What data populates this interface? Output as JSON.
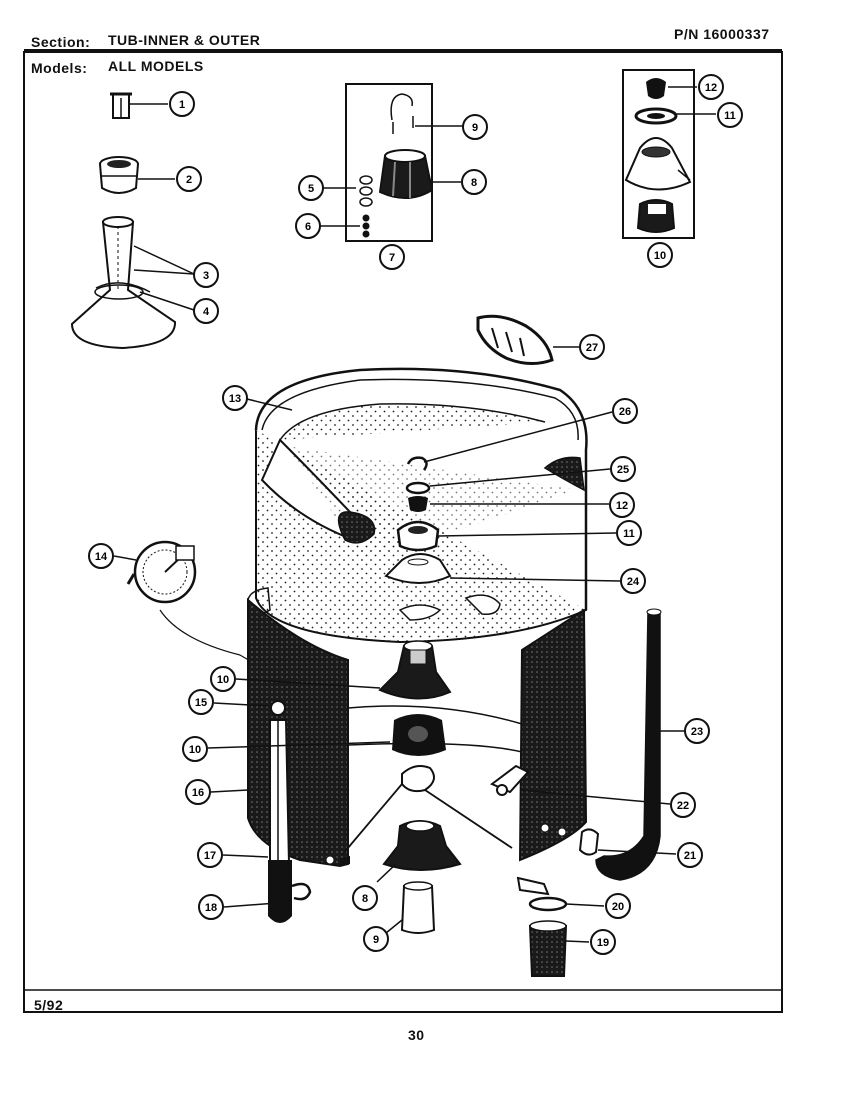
{
  "header": {
    "section_label": "Section:",
    "section_value": "TUB-INNER & OUTER",
    "part_number": "P/N 16000337",
    "models_label": "Models:",
    "models_value": "ALL MODELS"
  },
  "footer": {
    "date": "5/92",
    "page_number": "30"
  },
  "callouts": [
    "1",
    "2",
    "3",
    "4",
    "5",
    "6",
    "7",
    "8",
    "9",
    "10",
    "11",
    "12",
    "13",
    "14",
    "15",
    "16",
    "17",
    "18",
    "19",
    "20",
    "21",
    "22",
    "23",
    "24",
    "25",
    "26",
    "27"
  ],
  "diagram_callouts": [
    {
      "id": "c1",
      "label": "1"
    },
    {
      "id": "c2",
      "label": "2"
    },
    {
      "id": "c3",
      "label": "3"
    },
    {
      "id": "c4",
      "label": "4"
    },
    {
      "id": "c5",
      "label": "5"
    },
    {
      "id": "c6",
      "label": "6"
    },
    {
      "id": "c7",
      "label": "7"
    },
    {
      "id": "c8a",
      "label": "8"
    },
    {
      "id": "c9a",
      "label": "9"
    },
    {
      "id": "c12a",
      "label": "12"
    },
    {
      "id": "c11a",
      "label": "11"
    },
    {
      "id": "c10a",
      "label": "10"
    },
    {
      "id": "c27",
      "label": "27"
    },
    {
      "id": "c13",
      "label": "13"
    },
    {
      "id": "c26",
      "label": "26"
    },
    {
      "id": "c25",
      "label": "25"
    },
    {
      "id": "c12b",
      "label": "12"
    },
    {
      "id": "c11b",
      "label": "11"
    },
    {
      "id": "c24",
      "label": "24"
    },
    {
      "id": "c14",
      "label": "14"
    },
    {
      "id": "c10b",
      "label": "10"
    },
    {
      "id": "c15",
      "label": "15"
    },
    {
      "id": "c10c",
      "label": "10"
    },
    {
      "id": "c16",
      "label": "16"
    },
    {
      "id": "c17",
      "label": "17"
    },
    {
      "id": "c18",
      "label": "18"
    },
    {
      "id": "c8b",
      "label": "8"
    },
    {
      "id": "c9b",
      "label": "9"
    },
    {
      "id": "c23",
      "label": "23"
    },
    {
      "id": "c22",
      "label": "22"
    },
    {
      "id": "c21",
      "label": "21"
    },
    {
      "id": "c20",
      "label": "20"
    },
    {
      "id": "c19",
      "label": "19"
    }
  ]
}
